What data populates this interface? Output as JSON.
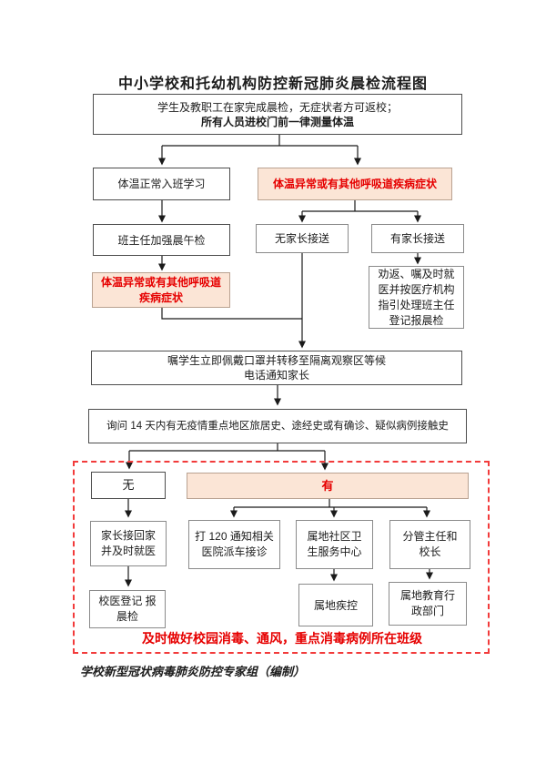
{
  "title": "中小学校和托幼机构防控新冠肺炎晨检流程图",
  "colors": {
    "peach_fill": "#FBE5D6",
    "alert_red": "#E60000",
    "frame_dashed_red": "#F23B3B",
    "box_border": "#4D4D4D",
    "connector_line": "#1A1A1A"
  },
  "boxes": {
    "home_check": {
      "line1": "学生及教职工在家完成晨检，无症状者方可返校；",
      "line2": "所有人员进校门前一律测量体温"
    },
    "normal_temp": {
      "line1": "体温正常入班学习"
    },
    "abnormal_top": {
      "line1": "体温异常或有其他呼吸道疾病症状"
    },
    "teacher_check": {
      "line1": "班主任加强晨午检"
    },
    "no_parent": {
      "line1": "无家长接送"
    },
    "has_parent": {
      "line1": "有家长接送"
    },
    "abnormal_left": {
      "line1": "体温异常或有其他呼吸道",
      "line2": "疾病症状"
    },
    "advise_return": {
      "line1": "劝返、嘱及时就",
      "line2": "医并按医疗机构",
      "line3": "指引处理班主任",
      "line4": "登记报晨检"
    },
    "mask_transfer": {
      "line1": "嘱学生立即佩戴口罩并转移至隔离观察区等候",
      "line2": "电话通知家长"
    },
    "ask_history": {
      "line1": "询问 14 天内有无疫情重点地区旅居史、途经史或有确诊、疑似病例接触史"
    },
    "history_no": {
      "line1": "无"
    },
    "history_yes": {
      "line1": "有"
    },
    "parent_pickup": {
      "line1": "家长接回家",
      "line2": "并及时就医"
    },
    "call_120": {
      "line1": "打 120 通知相关",
      "line2": "医院派车接诊"
    },
    "community_health": {
      "line1": "属地社区卫",
      "line2": "生服务中心"
    },
    "vice_principal": {
      "line1": "分管主任和",
      "line2": "校长"
    },
    "school_doctor": {
      "line1": "校医登记 报",
      "line2": "晨检"
    },
    "local_cdc": {
      "line1": "属地疾控"
    },
    "education_dept": {
      "line1": "属地教育行",
      "line2": "政部门"
    }
  },
  "notes": {
    "disinfect": "及时做好校园消毒、通风，重点消毒病例所在班级"
  },
  "footer": {
    "credit": "学校新型冠状病毒肺炎防控专家组（编制）"
  }
}
